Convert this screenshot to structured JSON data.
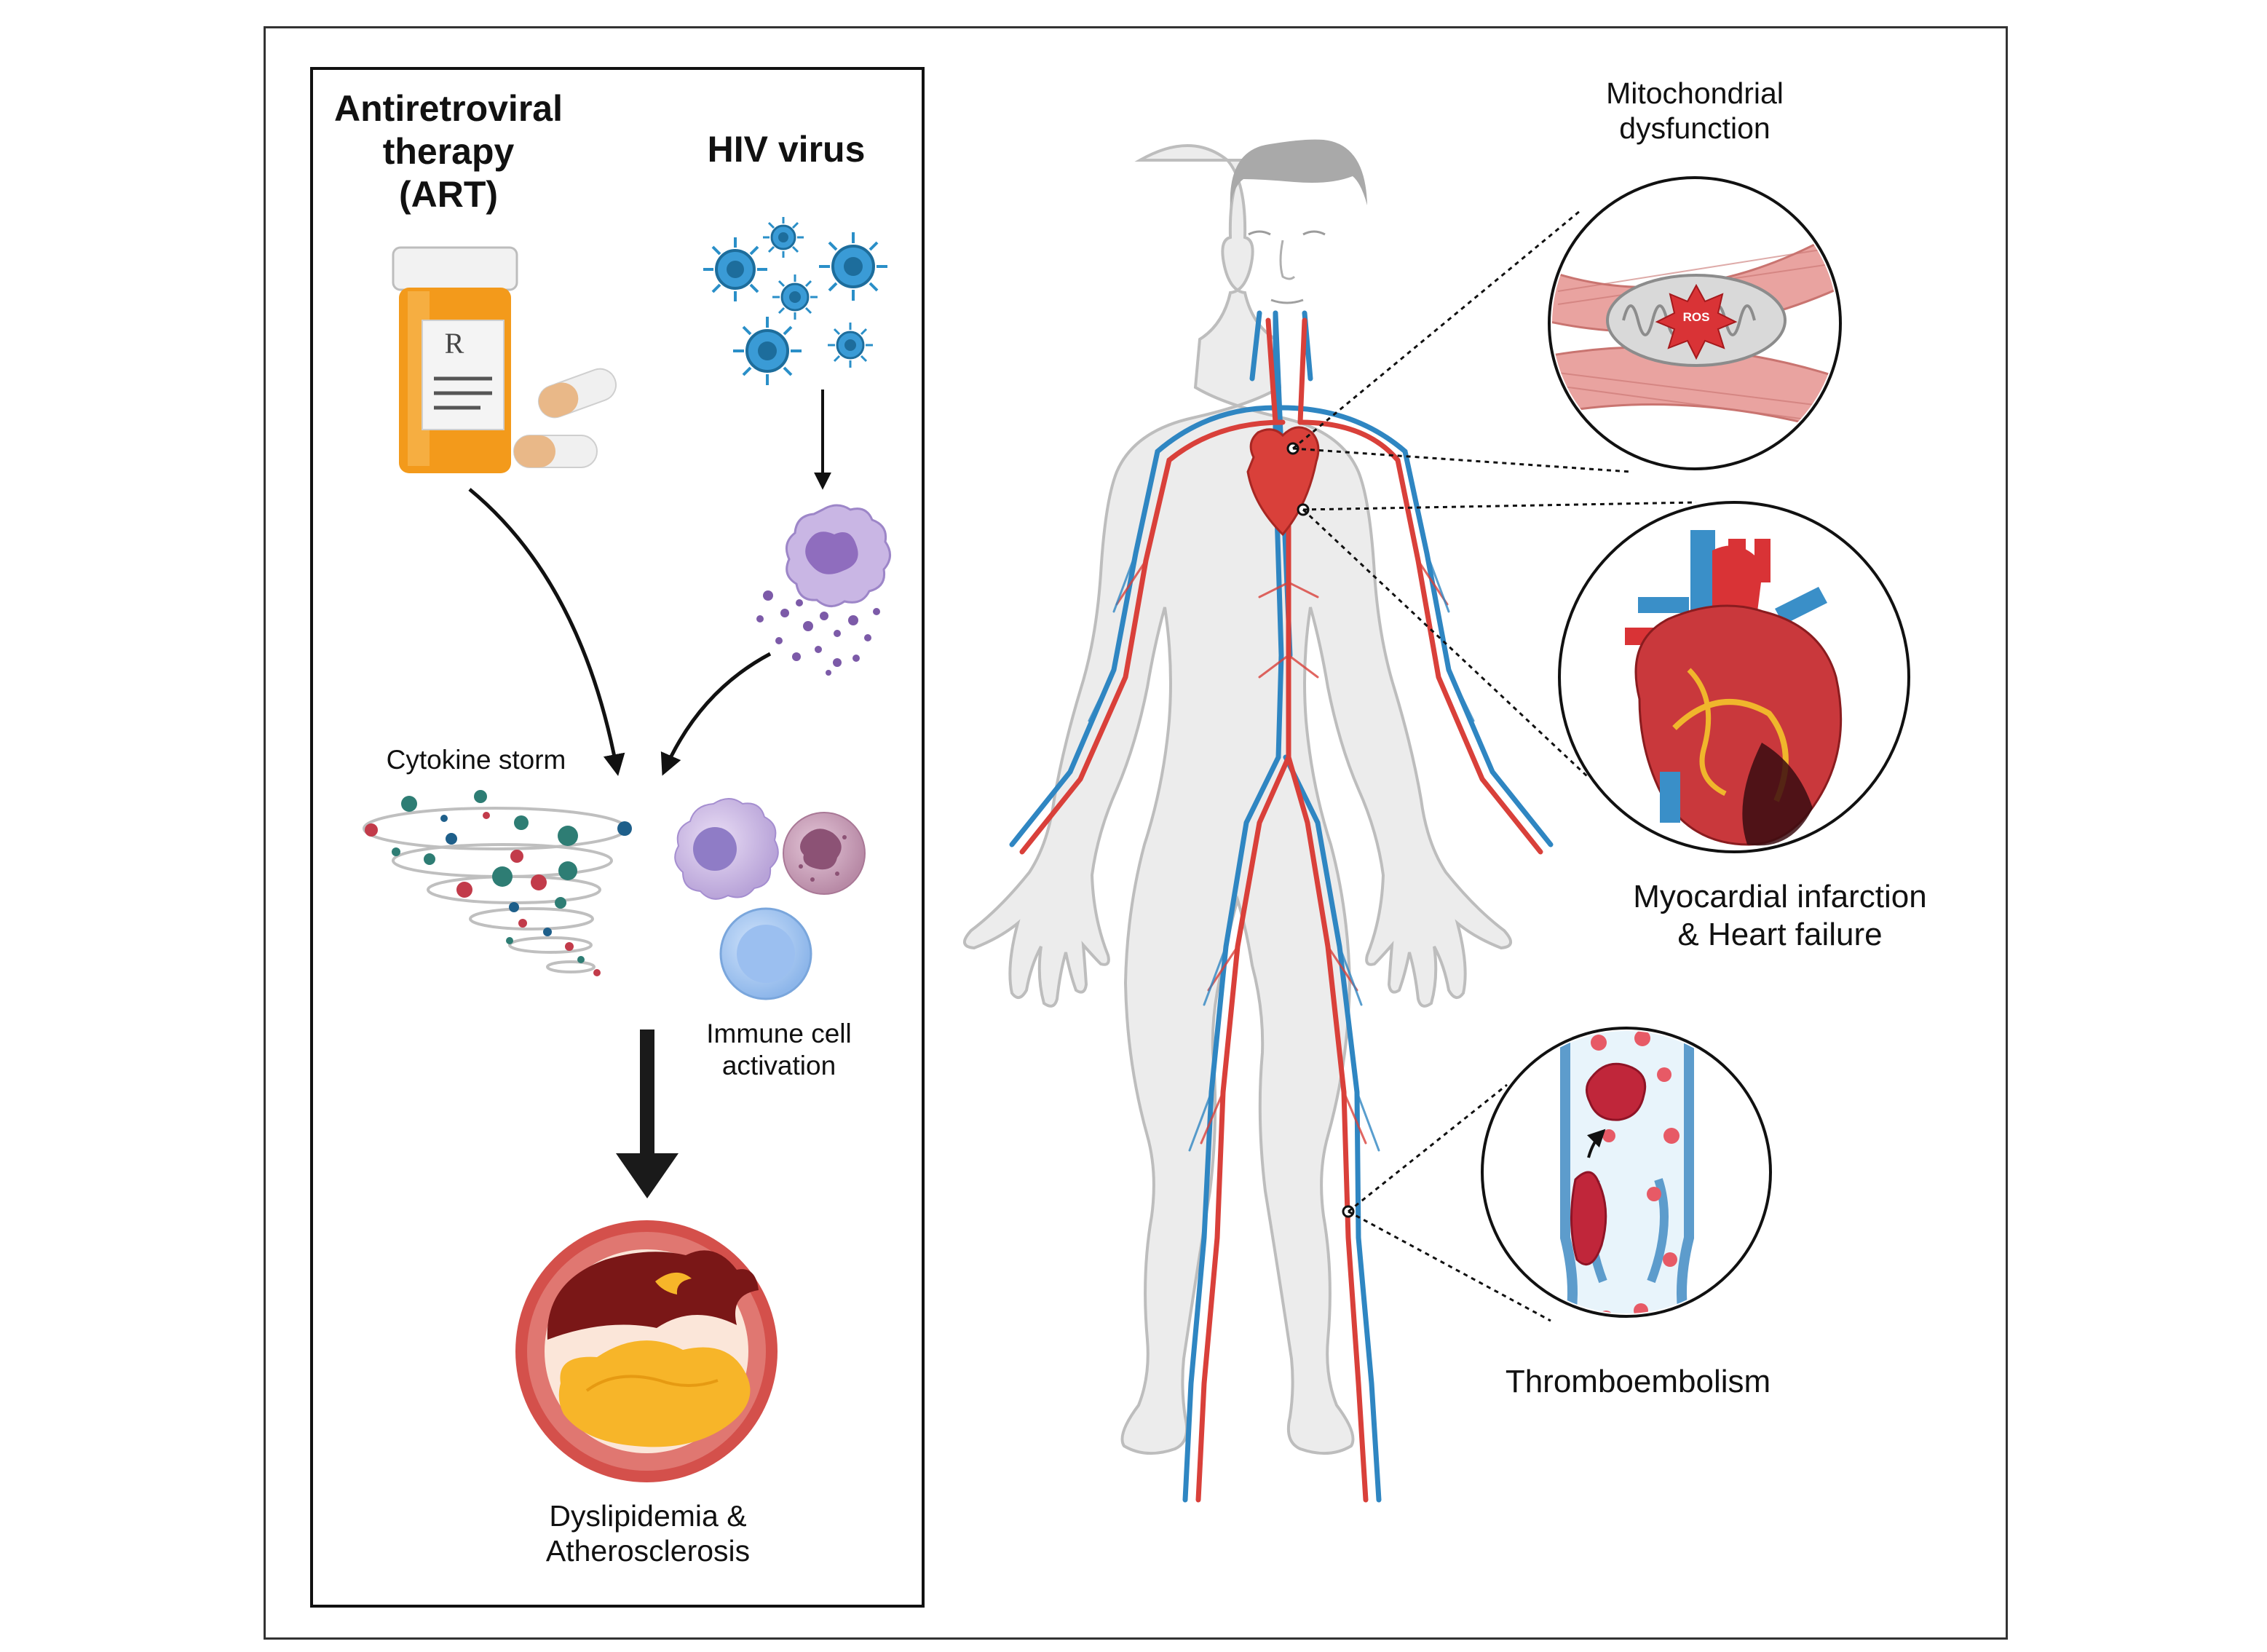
{
  "left_panel": {
    "art_title": "Antiretroviral\ntherapy\n(ART)",
    "hiv_title": "HIV virus",
    "rx_symbol": "R",
    "cytokine_label": "Cytokine storm",
    "immune_label": "Immune cell\nactivation",
    "outcome_label": "Dyslipidemia &\nAtherosclerosis"
  },
  "right_panel": {
    "mito_label": "Mitochondrial\ndysfunction",
    "ros_label": "ROS",
    "mi_label": "Myocardial infarction\n& Heart failure",
    "thrombo_label": "Thromboembolism"
  },
  "colors": {
    "artery": "#d9403a",
    "vein": "#2f86c2",
    "bottle": "#f39a1b",
    "virus": "#2a8fc8",
    "plaque_fat": "#f7b529",
    "plaque_core": "#7a1717",
    "muscle": "#e9a3a0",
    "clot": "#c0263a"
  }
}
